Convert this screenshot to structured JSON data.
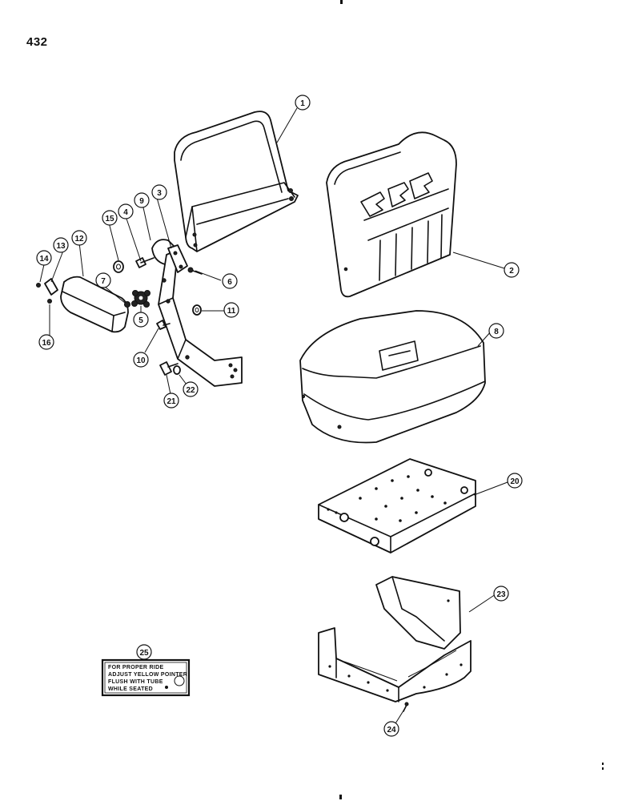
{
  "page": {
    "page_number": "432"
  },
  "callouts": [
    {
      "id": "1",
      "label": "1",
      "part": "seat-back-frame"
    },
    {
      "id": "2",
      "label": "2",
      "part": "seat-back-cushion"
    },
    {
      "id": "3",
      "label": "3",
      "part": "bracket"
    },
    {
      "id": "4",
      "label": "4",
      "part": "bolt"
    },
    {
      "id": "5",
      "label": "5",
      "part": "knob"
    },
    {
      "id": "6",
      "label": "6",
      "part": "screw"
    },
    {
      "id": "7",
      "label": "7",
      "part": "nut"
    },
    {
      "id": "8",
      "label": "8",
      "part": "seat-cushion"
    },
    {
      "id": "9",
      "label": "9",
      "part": "arm-support"
    },
    {
      "id": "10",
      "label": "10",
      "part": "bolt"
    },
    {
      "id": "11",
      "label": "11",
      "part": "washer"
    },
    {
      "id": "12",
      "label": "12",
      "part": "armrest"
    },
    {
      "id": "13",
      "label": "13",
      "part": "plate"
    },
    {
      "id": "14",
      "label": "14",
      "part": "screw"
    },
    {
      "id": "15",
      "label": "15",
      "part": "washer"
    },
    {
      "id": "16",
      "label": "16",
      "part": "screw"
    },
    {
      "id": "20",
      "label": "20",
      "part": "seat-suspension-plate"
    },
    {
      "id": "21",
      "label": "21",
      "part": "bolt"
    },
    {
      "id": "22",
      "label": "22",
      "part": "washer"
    },
    {
      "id": "23",
      "label": "23",
      "part": "boot"
    },
    {
      "id": "24",
      "label": "24",
      "part": "screw"
    },
    {
      "id": "25",
      "label": "25",
      "part": "decal"
    }
  ],
  "decal": {
    "lines": [
      "FOR PROPER RIDE",
      "ADJUST YELLOW POINTER",
      "FLUSH WITH TUBE",
      "WHILE SEATED"
    ]
  }
}
